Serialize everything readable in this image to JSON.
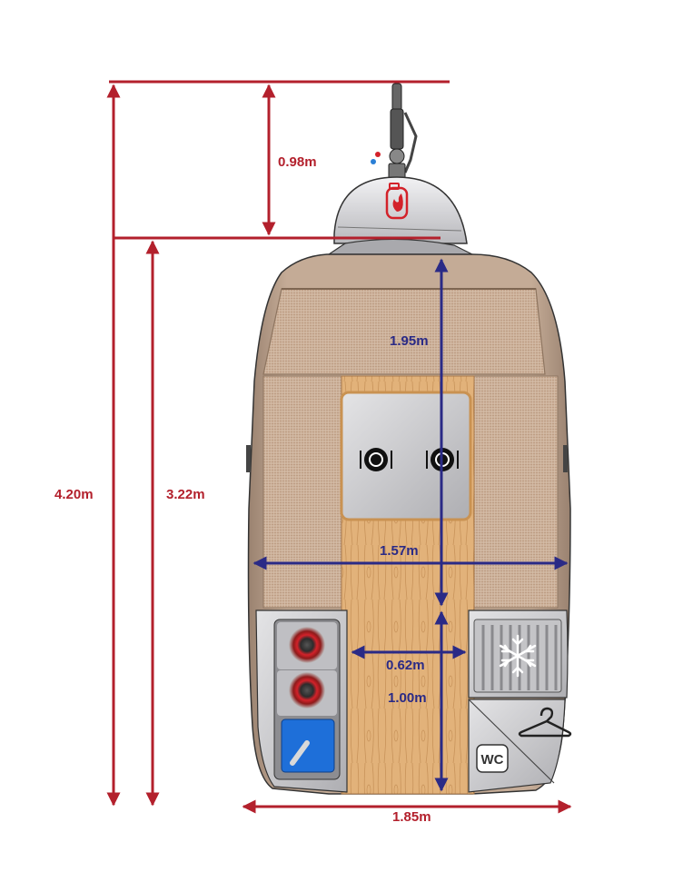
{
  "dimensions": {
    "total_length": "4.20m",
    "body_length": "3.22m",
    "drawbar_length": "0.98m",
    "interior_length": "1.95m",
    "interior_width": "1.57m",
    "aisle_width": "0.62m",
    "aisle_length": "1.00m",
    "overall_width": "1.85m"
  },
  "icons": {
    "gas_bottle": "gas-bottle-flame-icon",
    "plates": "plate-fork-knife-icon",
    "hob": "hob-burner-icon",
    "sink": "sink-tap-icon",
    "fridge": "snowflake-icon",
    "wardrobe": "clothes-hanger-icon",
    "toilet": "wc-icon"
  },
  "labels": {
    "toilet": "WC"
  },
  "colors": {
    "dimension_red": "#b3202c",
    "dimension_blue": "#2a2a86",
    "cushion": "#cdb29b",
    "floor_wood": "#e2b27a",
    "shell": "#b79b84",
    "steel": "#c9c9cb",
    "sink_blue": "#1e6fd9",
    "burner_red": "#d3222a"
  }
}
